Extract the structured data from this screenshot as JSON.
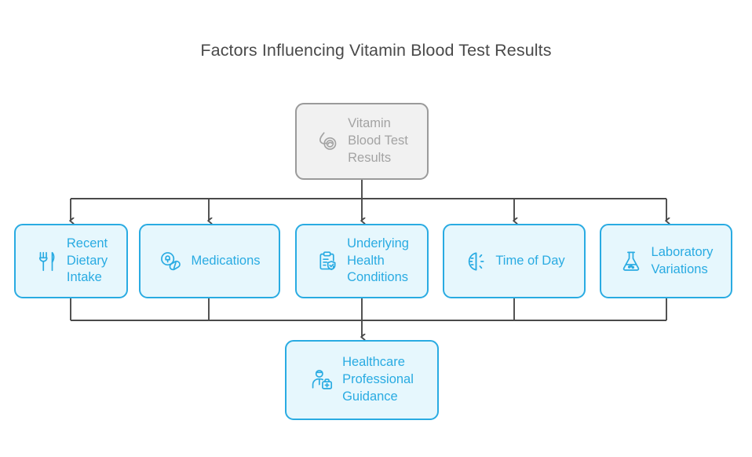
{
  "title": "Factors Influencing Vitamin Blood Test Results",
  "colors": {
    "background": "#ffffff",
    "title_text": "#4a4a4a",
    "branch_border": "#29abe2",
    "branch_fill": "#e6f7fd",
    "branch_text": "#29abe2",
    "root_border": "#9a9a9a",
    "root_fill": "#f1f1f1",
    "root_text": "#a3a3a3",
    "connector": "#4a4a4a"
  },
  "root": {
    "label": "Vitamin\nBlood Test\nResults",
    "icon": "blood-drop-sample-icon"
  },
  "branches": [
    {
      "label": "Recent\nDietary\nIntake",
      "icon": "fork-knife-icon"
    },
    {
      "label": "Medications",
      "icon": "pills-icon"
    },
    {
      "label": "Underlying\nHealth\nConditions",
      "icon": "clipboard-check-icon"
    },
    {
      "label": "Time of Day",
      "icon": "sunrise-icon"
    },
    {
      "label": "Laboratory\nVariations",
      "icon": "flask-icon"
    }
  ],
  "outcome": {
    "label": "Healthcare\nProfessional\nGuidance",
    "icon": "doctor-medical-bag-icon"
  }
}
